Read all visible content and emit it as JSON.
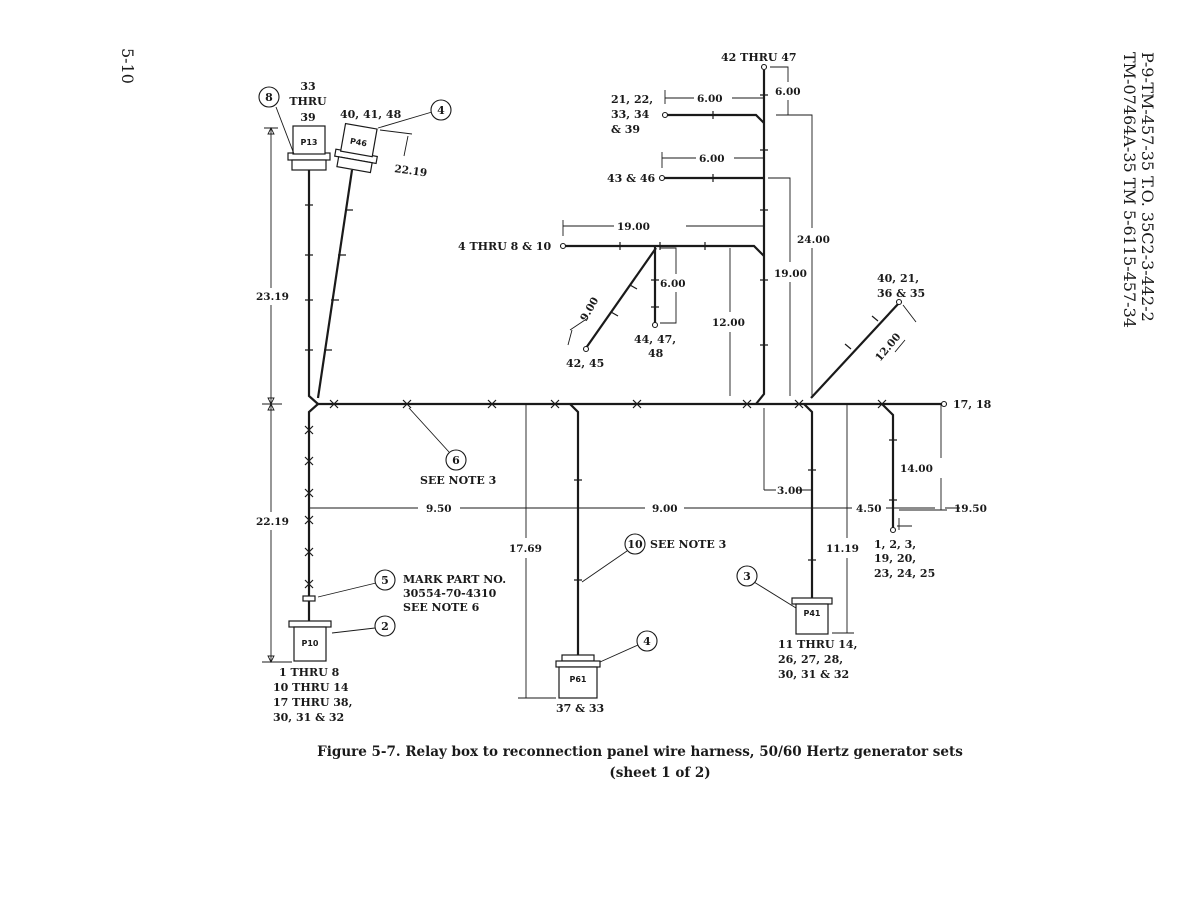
{
  "page": {
    "page_number": "5-10",
    "doc_ids": [
      "P-9-TM-457-35 T.O. 35C2-3-442-2",
      "TM-07464A-35 TM 5-6115-457-34"
    ]
  },
  "caption": {
    "line1": "Figure 5-7.  Relay box to reconnection panel wire harness, 50/60 Hertz generator sets",
    "line2": "(sheet 1 of 2)"
  },
  "connectors": {
    "p13": "P13",
    "p46": "P46",
    "p10": "P10",
    "p61": "P61",
    "p41": "P41"
  },
  "callouts": {
    "c8": "8",
    "c4a": "4",
    "c6": "6",
    "c10": "10",
    "c5": "5",
    "c2": "2",
    "c3": "3",
    "c4b": "4"
  },
  "labels": {
    "p13_pins_1": "33",
    "p13_pins_2": "THRU",
    "p13_pins_3": "39",
    "p46_pins": "40, 41, 48",
    "top_pins": "42 THRU 47",
    "br1_pins_1": "21, 22,",
    "br1_pins_2": "33, 34",
    "br1_pins_3": "& 39",
    "br2_pins": "43 & 46",
    "br3_pins": "4 THRU 8 & 10",
    "diag_pins_1": "42, 45",
    "br4_pins_1": "44, 47,",
    "br4_pins_2": "48",
    "right_diag_pins_1": "40, 21,",
    "right_diag_pins_2": "36 & 35",
    "main_end_pins": "17, 18",
    "see_note_3a": "SEE NOTE 3",
    "see_note_3b": "SEE NOTE 3",
    "mark_1": "MARK PART NO.",
    "mark_2": "30554-70-4310",
    "mark_3": "SEE NOTE 6",
    "p10_pins_1": "1 THRU 8",
    "p10_pins_2": "10 THRU 14",
    "p10_pins_3": "17 THRU 38,",
    "p10_pins_4": "30, 31 & 32",
    "p61_pins": "37 & 33",
    "p41_pins_1": "11 THRU 14,",
    "p41_pins_2": "26, 27, 28,",
    "p41_pins_3": "30, 31 & 32",
    "br_low_pins_1": "1, 2, 3,",
    "br_low_pins_2": "19, 20,",
    "br_low_pins_3": "23, 24, 25"
  },
  "dims": {
    "d2219_top": "22.19",
    "d2319": "23.19",
    "d2219_left": "22.19",
    "d600_a": "6.00",
    "d600_b": "6.00",
    "d600_c": "6.00",
    "d600_d": "6.00",
    "d1900_a": "19.00",
    "d1900_b": "19.00",
    "d2400": "24.00",
    "d900_diag": "9.00",
    "d1200_a": "12.00",
    "d1200_b": "12.00",
    "d1400": "14.00",
    "d300": "3.00",
    "d950": "9.50",
    "d900": "9.00",
    "d450": "4.50",
    "d1950": "19.50",
    "d1769": "17.69",
    "d1119": "11.19"
  }
}
